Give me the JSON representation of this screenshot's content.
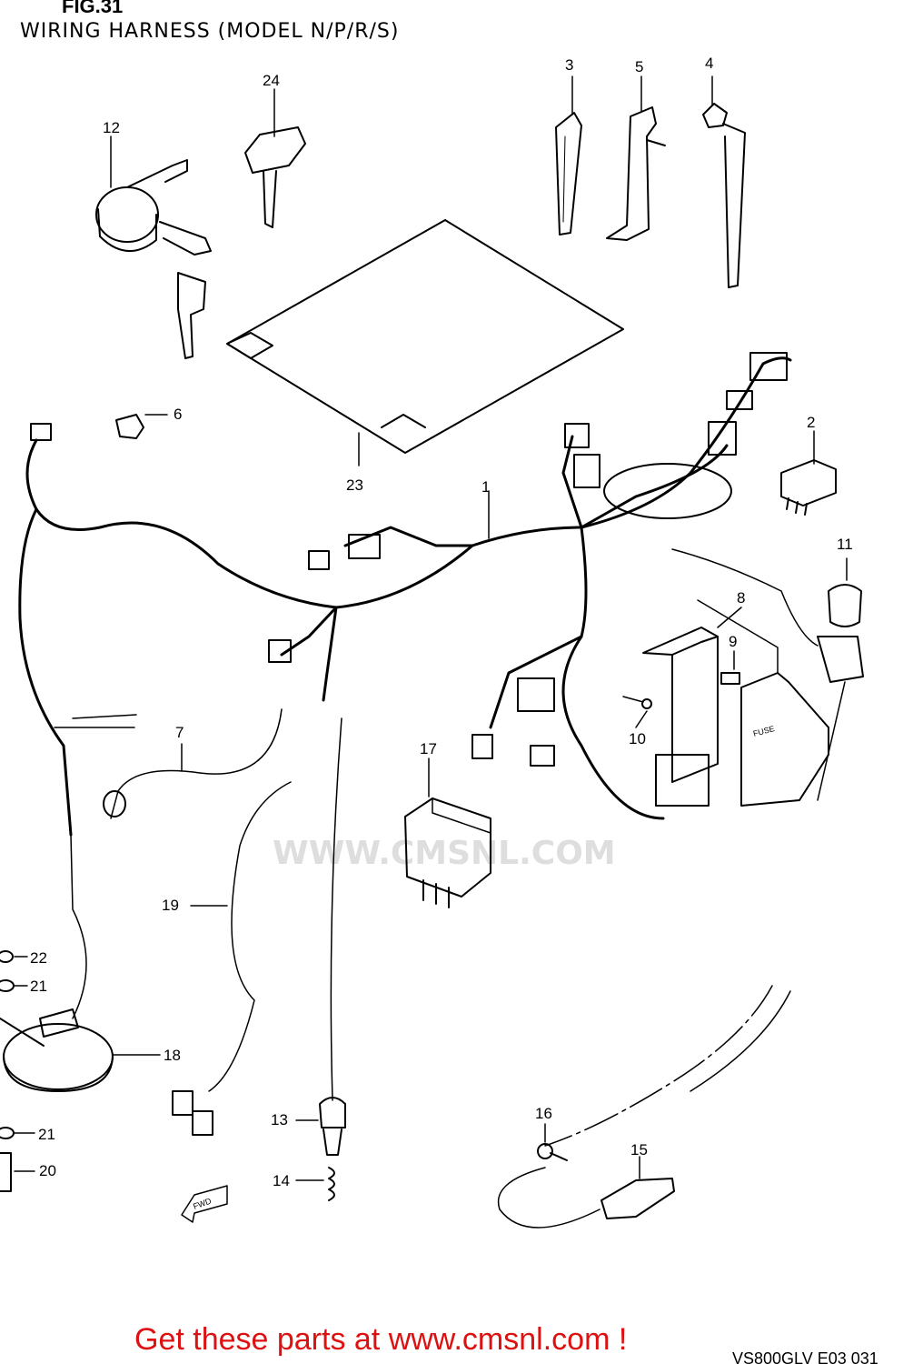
{
  "figure": {
    "title": "FIG.31",
    "subtitle": "WIRING HARNESS (MODEL N/P/R/S)"
  },
  "callouts": {
    "c1": "1",
    "c2": "2",
    "c3": "3",
    "c4": "4",
    "c5": "5",
    "c6": "6",
    "c7": "7",
    "c8": "8",
    "c9": "9",
    "c10": "10",
    "c11": "11",
    "c12": "12",
    "c13": "13",
    "c14": "14",
    "c15": "15",
    "c16": "16",
    "c17": "17",
    "c18": "18",
    "c19": "19",
    "c20": "20",
    "c21a": "21",
    "c21b": "21",
    "c22": "22",
    "c23": "23",
    "c24": "24"
  },
  "fwd_label": "FWD",
  "fuse_label": "FUSE",
  "watermark": "WWW.CMSNL.COM",
  "promo": "Get these parts at www.cmsnl.com !",
  "drawing_code": "VS800GLV E03 031",
  "colors": {
    "line": "#000000",
    "promo": "#dd1111",
    "watermark": "#a0a0a0"
  }
}
